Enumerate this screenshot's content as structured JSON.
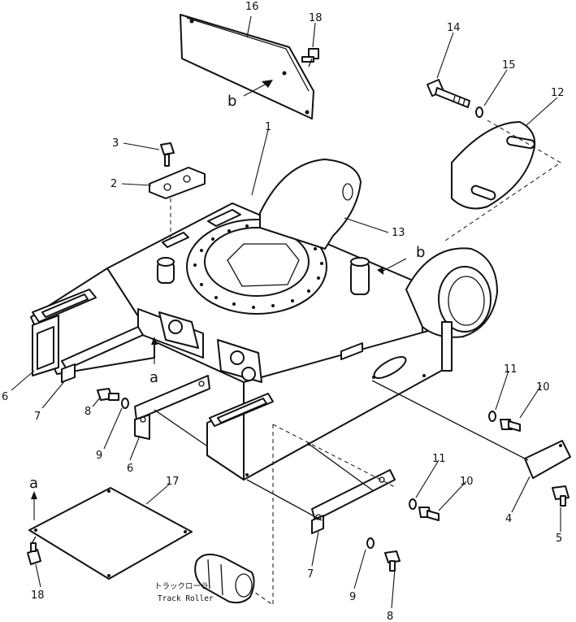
{
  "callouts": {
    "c1": "1",
    "c2": "2",
    "c3": "3",
    "c4": "4",
    "c5": "5",
    "c6a": "6",
    "c6b": "6",
    "c7a": "7",
    "c7b": "7",
    "c8a": "8",
    "c8b": "8",
    "c9a": "9",
    "c9b": "9",
    "c10a": "10",
    "c10b": "10",
    "c11a": "11",
    "c11b": "11",
    "c12": "12",
    "c13": "13",
    "c14": "14",
    "c15": "15",
    "c16": "16",
    "c17": "17",
    "c18a": "18",
    "c18b": "18"
  },
  "view_markers": {
    "a_bottom": "a",
    "a_left": "a",
    "b_top": "b",
    "b_right": "b"
  },
  "captions": {
    "track_roller_jp": "トラックローラ",
    "track_roller_en": "Track Roller"
  }
}
